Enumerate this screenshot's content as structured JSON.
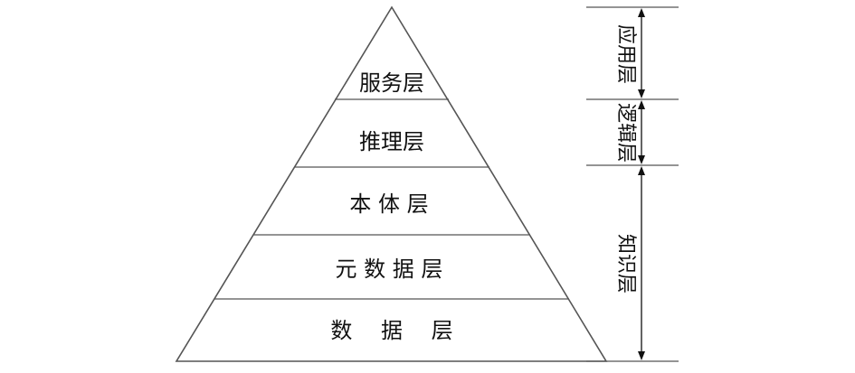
{
  "diagram": {
    "pyramid_layers": [
      {
        "label": "服务层"
      },
      {
        "label": "推理层"
      },
      {
        "label": "本 体 层"
      },
      {
        "label": "元 数 据 层"
      },
      {
        "label": "数　 据　 层"
      }
    ],
    "brackets": [
      {
        "label": "应用层"
      },
      {
        "label": "逻辑层"
      },
      {
        "label": "知识层"
      }
    ],
    "colors": {
      "line": "#555555",
      "text": "#111111",
      "background": "#ffffff"
    }
  }
}
